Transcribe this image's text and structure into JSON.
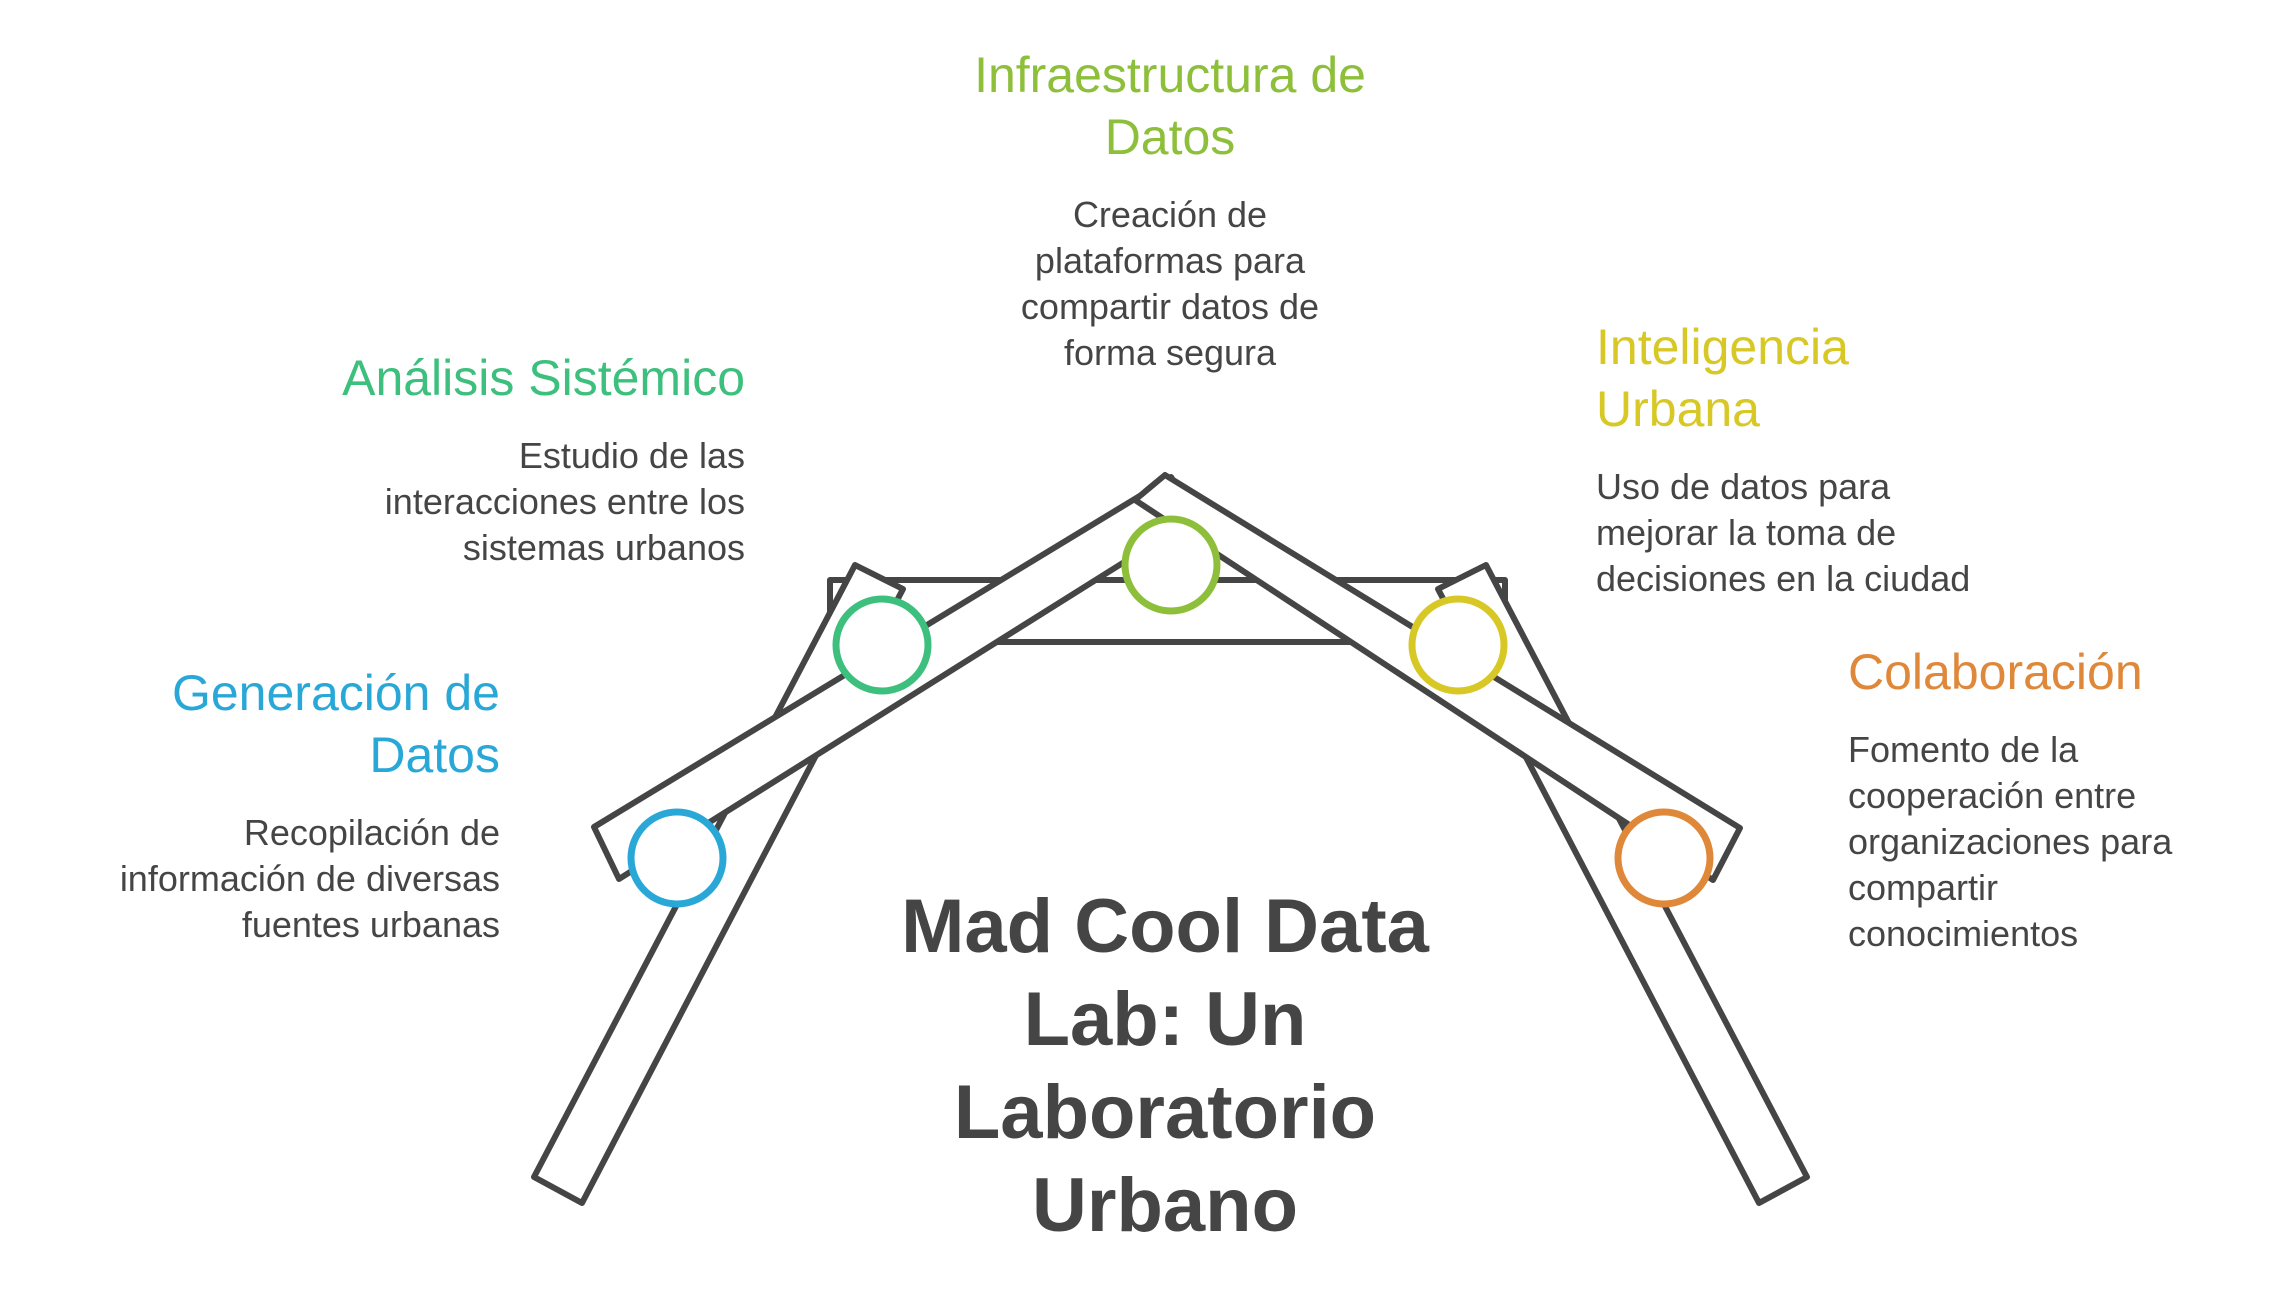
{
  "title": "Mad Cool Data\nLab: Un\nLaboratorio\nUrbano",
  "items": [
    {
      "id": "generacion",
      "title": "Generación de\nDatos",
      "description": "Recopilación de\ninformación de diversas\nfuentes urbanas",
      "color": "#29A8D8"
    },
    {
      "id": "analisis",
      "title": "Análisis Sistémico",
      "description": "Estudio de las\ninteracciones entre los\nsistemas urbanos",
      "color": "#3DBF7E"
    },
    {
      "id": "infraestructura",
      "title": "Infraestructura de\nDatos",
      "description": "Creación de\nplataformas para\ncompartir datos de\nforma segura",
      "color": "#8DBF3A"
    },
    {
      "id": "inteligencia",
      "title": "Inteligencia\nUrbana",
      "description": "Uso de datos para\nmejorar la toma de\ndecisiones en la ciudad",
      "color": "#D8C826"
    },
    {
      "id": "colaboracion",
      "title": "Colaboración",
      "description": "Fomento de la\ncooperación entre\norganizaciones para\ncompartir\nconocimientos",
      "color": "#E0883A"
    }
  ],
  "colors": {
    "outline": "#454545",
    "text": "#454545"
  }
}
